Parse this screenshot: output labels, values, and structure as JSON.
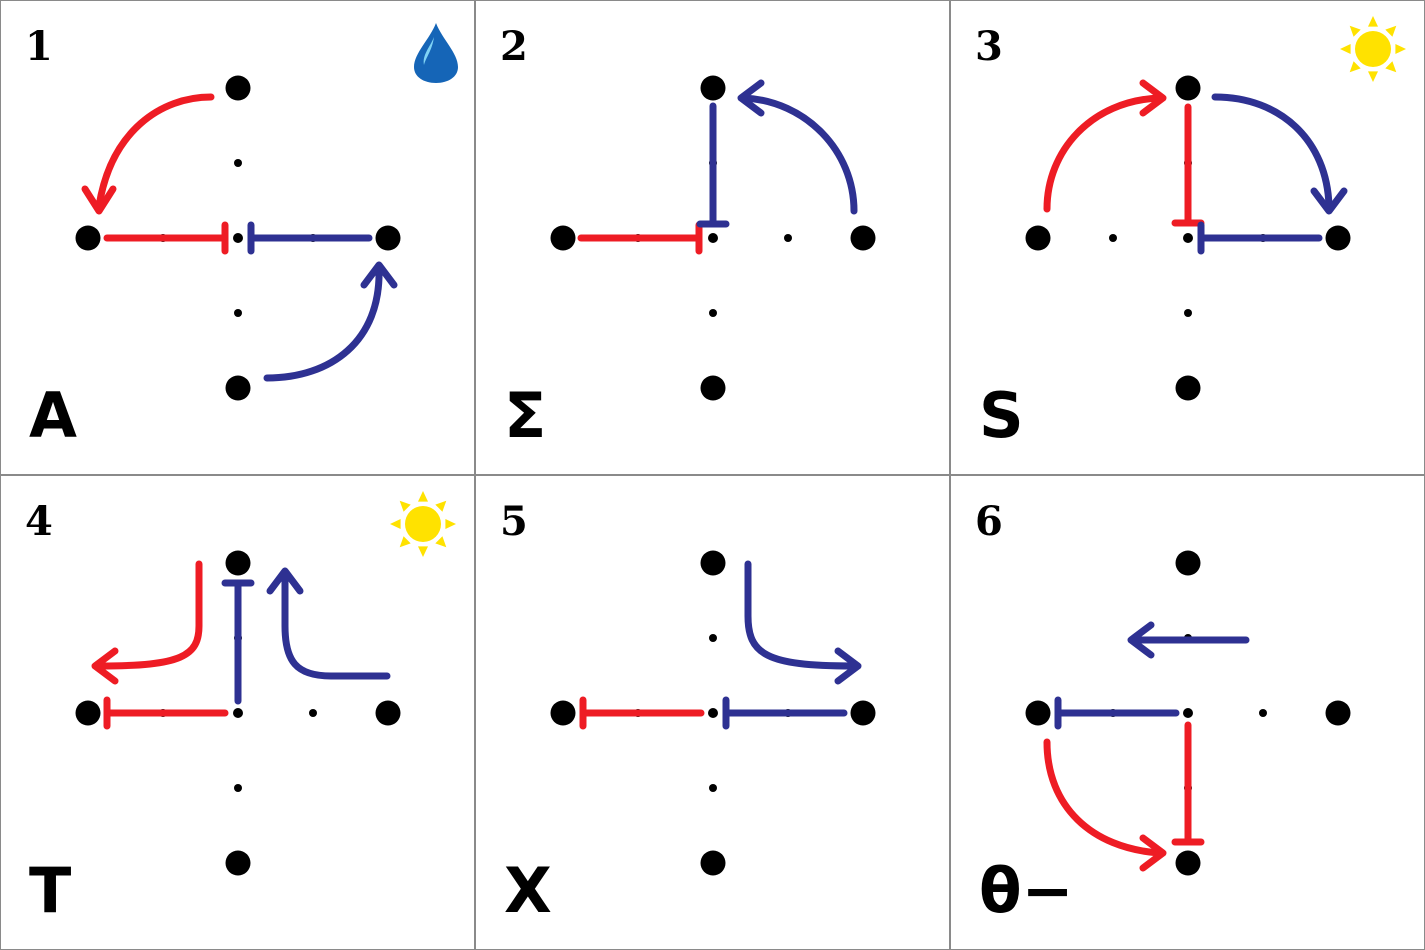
{
  "colors": {
    "red": "#ee1c24",
    "blue": "#2e3192",
    "dot": "#000000",
    "sun": "#ffe200",
    "water": "#1565b7"
  },
  "panels": [
    {
      "number": "1",
      "symbol": "A",
      "icon": "water-drop-icon"
    },
    {
      "number": "2",
      "symbol": "Σ",
      "icon": ""
    },
    {
      "number": "3",
      "symbol": "S",
      "icon": "sun-icon"
    },
    {
      "number": "4",
      "symbol": "T",
      "icon": "sun-icon"
    },
    {
      "number": "5",
      "symbol": "X",
      "icon": ""
    },
    {
      "number": "6",
      "symbol": "θ−",
      "icon": ""
    }
  ]
}
